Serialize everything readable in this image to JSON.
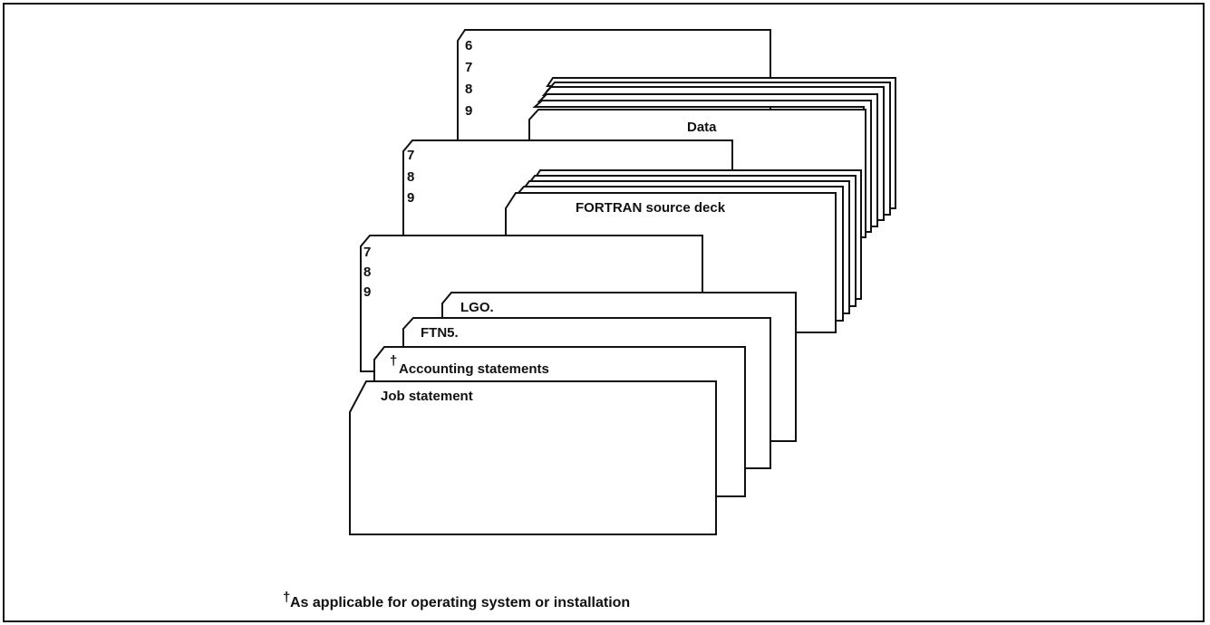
{
  "eor_eof_card": {
    "rows": [
      "6",
      "7",
      "8",
      "9"
    ]
  },
  "data_deck": {
    "label": "Data"
  },
  "eor_card_2": {
    "rows": [
      "7",
      "8",
      "9"
    ]
  },
  "source_deck": {
    "label": "FORTRAN source deck"
  },
  "eor_card_1": {
    "rows": [
      "7",
      "8",
      "9"
    ]
  },
  "lgo_card": {
    "label": "LGO."
  },
  "ftn5_card": {
    "label": "FTN5."
  },
  "accounting_card": {
    "dagger": "†",
    "label": "Accounting statements"
  },
  "job_card": {
    "label": "Job statement"
  },
  "footnote": {
    "dagger": "†",
    "text": "As applicable for operating system or installation"
  }
}
